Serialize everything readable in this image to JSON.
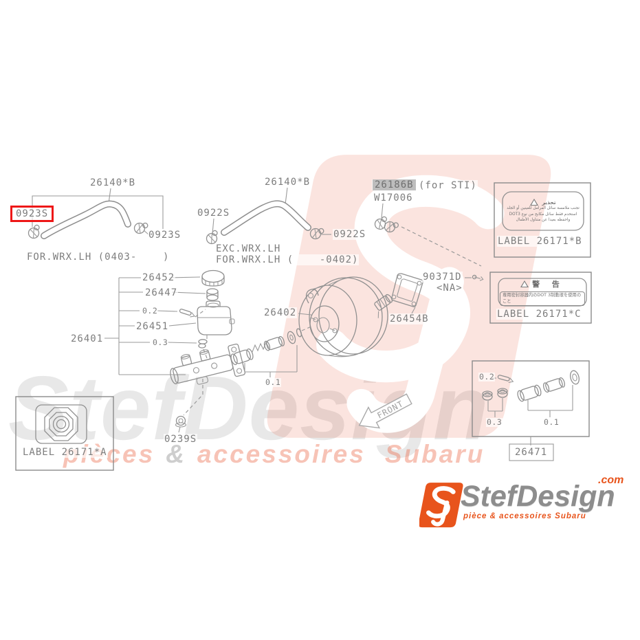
{
  "colors": {
    "accent_orange": "#e8541c",
    "highlight_red": "#ee1717",
    "part_gray_highlight": "#bdbdbd",
    "line_gray": "#909090"
  },
  "watermark": {
    "name": "StefDesign",
    "sub_pieces": "pièces",
    "sub_amp": "&",
    "sub_accessoires": "accessoires",
    "sub_subaru": "Subaru"
  },
  "logo": {
    "name": "StefDesign",
    "tld": ".com",
    "tagline": "pièce & accessoires Subaru"
  },
  "diagram": {
    "h1_part": "26140*B",
    "h1_clamp_l": "0923S",
    "h1_clamp_r": "0923S",
    "h1_caption": "FOR.WRX.LH (0403-    )",
    "h2_part": "26140*B",
    "h2_clamp_l": "0922S",
    "h2_clamp_r": "0922S",
    "h2_caption1": "EXC.WRX.LH",
    "h2_caption2": "FOR.WRX.LH (    -0402)",
    "sti_part": "26186B",
    "sti_note": "(for STI)",
    "sti_clamp": "W17006",
    "bolt_part": "90371D",
    "bolt_note": "<NA>",
    "gasket": "26454B",
    "booster": "26402",
    "cap": "26452",
    "cap_inner": "26447",
    "qty_02": "0.2",
    "tank": "26451",
    "qty_03": "0.3",
    "assy": "26401",
    "qty_01": "0.1",
    "nut": "0239S",
    "label_a": "LABEL 26171*A",
    "label_b": "LABEL 26171*B",
    "label_c": "LABEL 26171*C",
    "label_b_title": "تحذير",
    "label_b_line1": "تجنب ملامسة سائل الفرامل للعينين أو الجلد",
    "label_b_line2": "استخدم فقط سائل مكابح من نوع DOT3",
    "label_b_line3": "واحفظه بعيدا عن متناول الأطفال",
    "label_c_title": "警 告",
    "label_c_line": "専用密封容器内のDOT 3制動液を使用のこと",
    "kit_qty_02": "0.2",
    "kit_qty_03": "0.3",
    "kit_qty_01": "0.1",
    "kit_part": "26471",
    "front": "FRONT"
  }
}
